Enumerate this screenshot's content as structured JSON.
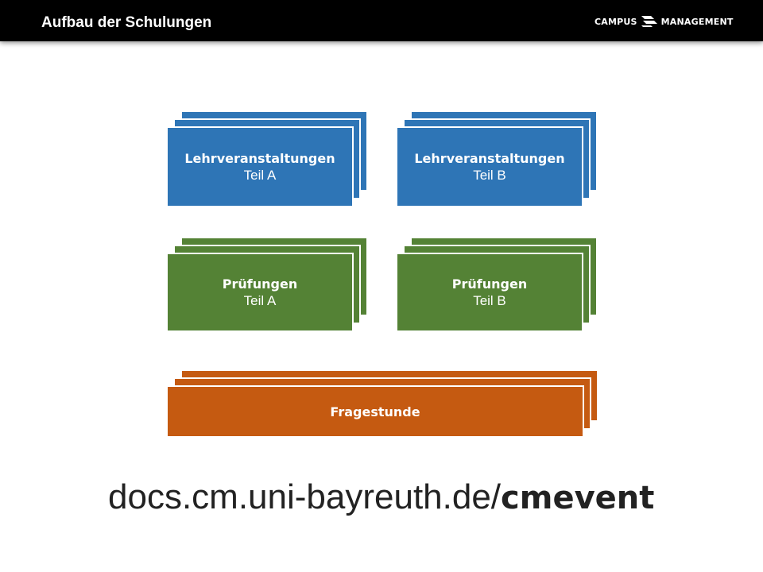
{
  "header": {
    "title": "Aufbau der Schulungen",
    "logo_left": "CAMPUS",
    "logo_right": "MANAGEMENT"
  },
  "diagram": {
    "boxes": [
      {
        "title": "Lehrveranstaltungen",
        "subtitle": "Teil A",
        "color": "#2e75b6"
      },
      {
        "title": "Lehrveranstaltungen",
        "subtitle": "Teil B",
        "color": "#2e75b6"
      },
      {
        "title": "Prüfungen",
        "subtitle": "Teil A",
        "color": "#548235"
      },
      {
        "title": "Prüfungen",
        "subtitle": "Teil B",
        "color": "#548235"
      },
      {
        "title": "Fragestunde",
        "color": "#c55a11"
      }
    ]
  },
  "footer": {
    "url_base": "docs.cm.uni-bayreuth.de/",
    "url_path": "cmevent"
  }
}
